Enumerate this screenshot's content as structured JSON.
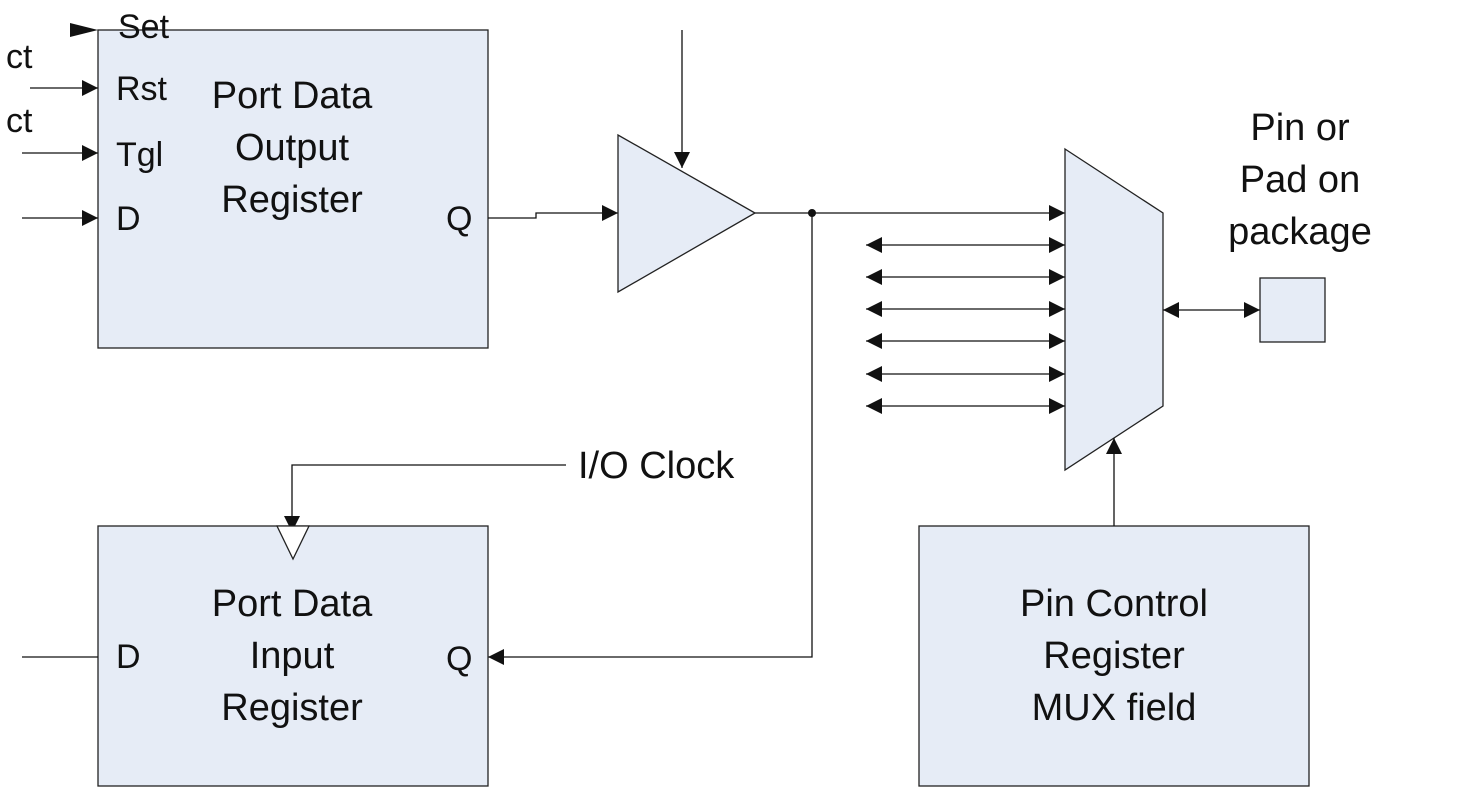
{
  "colors": {
    "block_fill": "#e6ecf6",
    "line": "#111111",
    "background": "#ffffff"
  },
  "output_register": {
    "title": [
      "Port Data",
      "Output",
      "Register"
    ],
    "pins": {
      "set": "Set",
      "rst": "Rst",
      "tgl": "Tgl",
      "d": "D",
      "q": "Q"
    },
    "left_labels": [
      "ct",
      "ct"
    ]
  },
  "input_register": {
    "title": [
      "Port Data",
      "Input",
      "Register"
    ],
    "pins": {
      "d": "D",
      "q": "Q"
    }
  },
  "clock_label": "I/O Clock",
  "pin_control": {
    "title": [
      "Pin Control",
      "Register",
      "MUX field"
    ]
  },
  "pad": {
    "label": [
      "Pin or",
      "Pad on",
      "package"
    ]
  },
  "mux_bidirectional_lines": 6
}
